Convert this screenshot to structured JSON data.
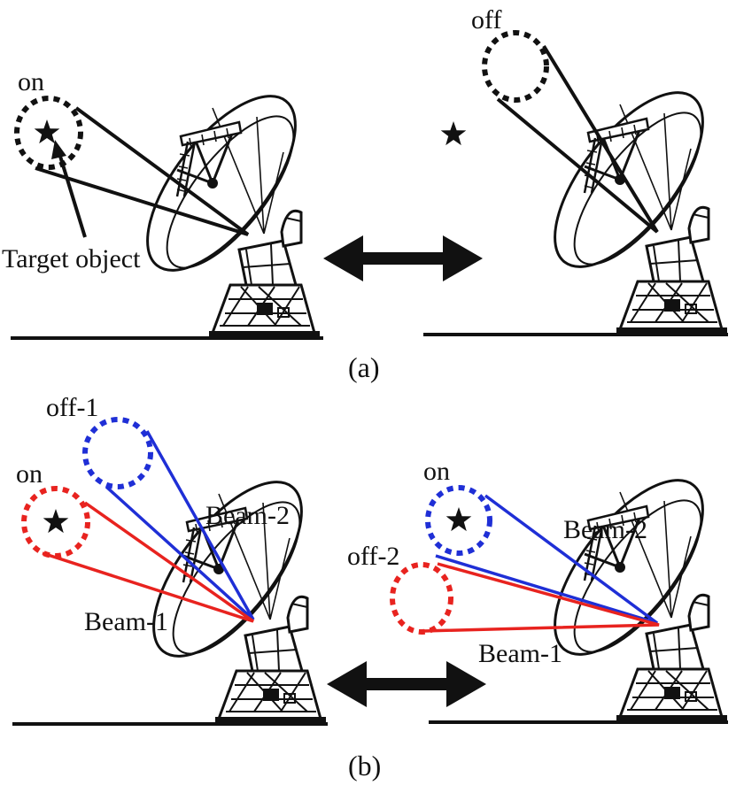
{
  "colors": {
    "ink": "#111111",
    "beam1": "#e8231f",
    "beam2": "#1f2fd6",
    "background": "#ffffff"
  },
  "panel_a": {
    "caption": "(a)",
    "left": {
      "on_label": "on",
      "target_label": "Target object"
    },
    "right": {
      "off_label": "off"
    }
  },
  "panel_b": {
    "caption": "(b)",
    "left": {
      "on_label": "on",
      "off_label": "off-1",
      "beam1_label": "Beam-1",
      "beam2_label": "Beam-2"
    },
    "right": {
      "on_label": "on",
      "off_label": "off-2",
      "beam1_label": "Beam-1",
      "beam2_label": "Beam-2"
    }
  },
  "icons": [
    "radio-telescope-icon",
    "star-icon",
    "double-arrow-icon"
  ]
}
